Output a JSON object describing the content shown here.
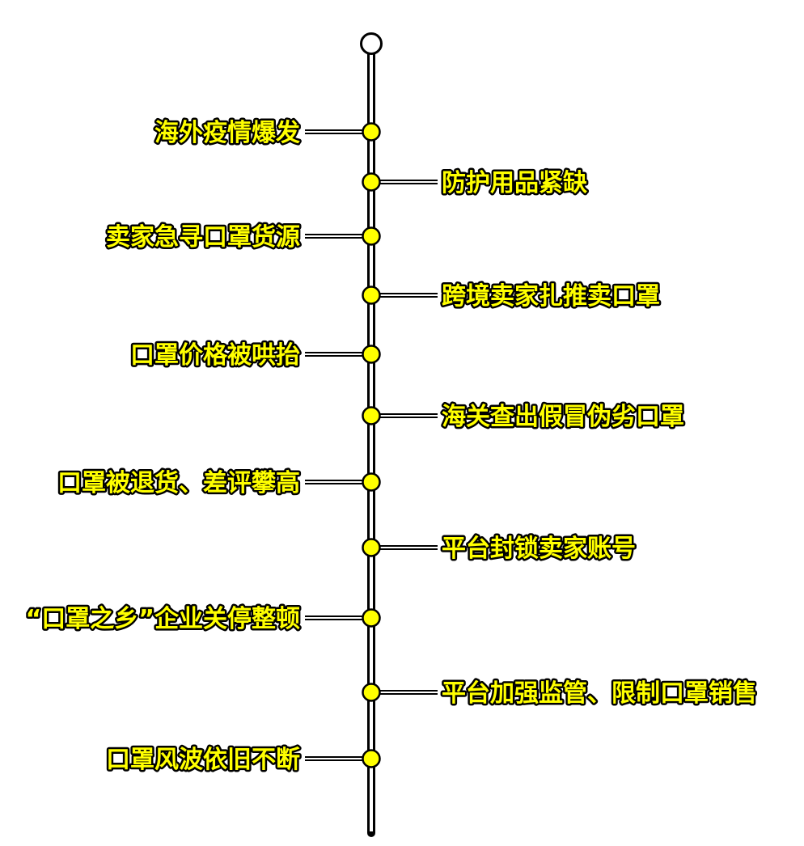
{
  "colors": {
    "background": "#ffffff",
    "line": "#000000",
    "line_fill": "#ffffff",
    "dot_fill": "#ffff00",
    "label_fill": "#ffff00",
    "label_stroke": "#000000"
  },
  "events": [
    {
      "text": "海外疫情爆发",
      "side": "left"
    },
    {
      "text": "防护用品紧缺",
      "side": "right"
    },
    {
      "text": "卖家急寻口罩货源",
      "side": "left"
    },
    {
      "text": "跨境卖家扎推卖口罩",
      "side": "right"
    },
    {
      "text": "口罩价格被哄抬",
      "side": "left"
    },
    {
      "text": "海关查出假冒伪劣口罩",
      "side": "right"
    },
    {
      "text": "口罩被退货、差评攀高",
      "side": "left"
    },
    {
      "text": "平台封锁卖家账号",
      "side": "right"
    },
    {
      "text": "“口罩之乡”企业关停整顿",
      "side": "left"
    },
    {
      "text": "平台加强监管、限制口罩销售",
      "side": "right"
    },
    {
      "text": "口罩风波依旧不断",
      "side": "left"
    }
  ]
}
